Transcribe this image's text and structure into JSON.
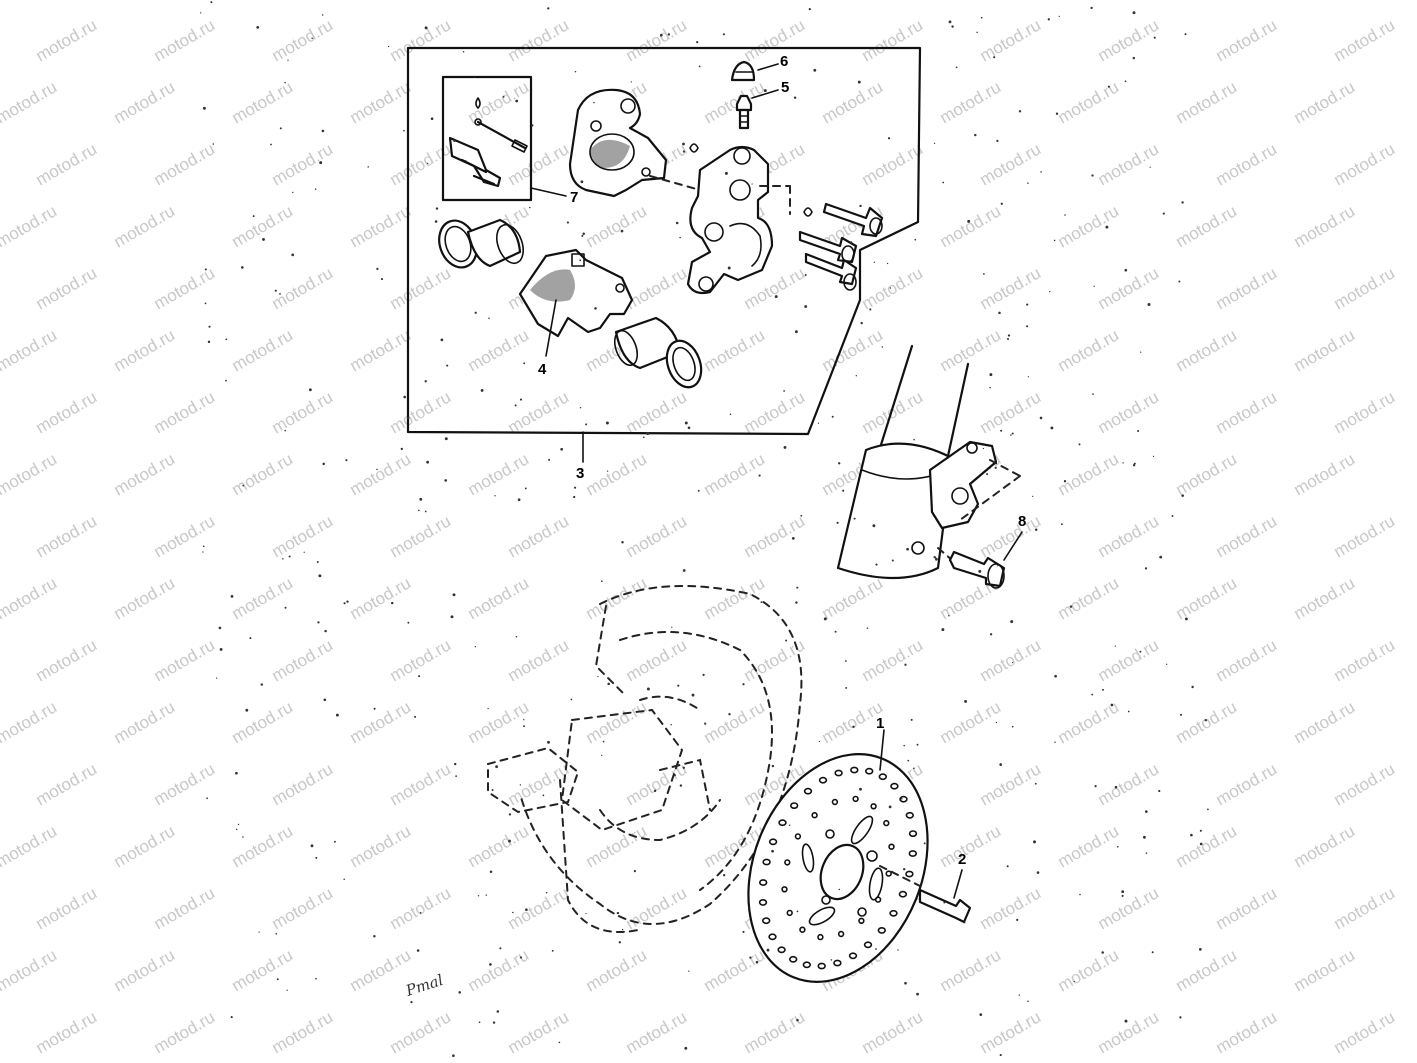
{
  "watermark": "motod.ru",
  "callouts": [
    {
      "id": "1",
      "label": "1"
    },
    {
      "id": "2",
      "label": "2"
    },
    {
      "id": "3",
      "label": "3"
    },
    {
      "id": "4",
      "label": "4"
    },
    {
      "id": "5",
      "label": "5"
    },
    {
      "id": "6",
      "label": "6"
    },
    {
      "id": "7",
      "label": "7"
    },
    {
      "id": "8",
      "label": "8"
    }
  ],
  "artist_mark": "Pmal",
  "colors": {
    "ink": "#111111",
    "watermark": "#c8c8c8",
    "paper": "#ffffff"
  }
}
